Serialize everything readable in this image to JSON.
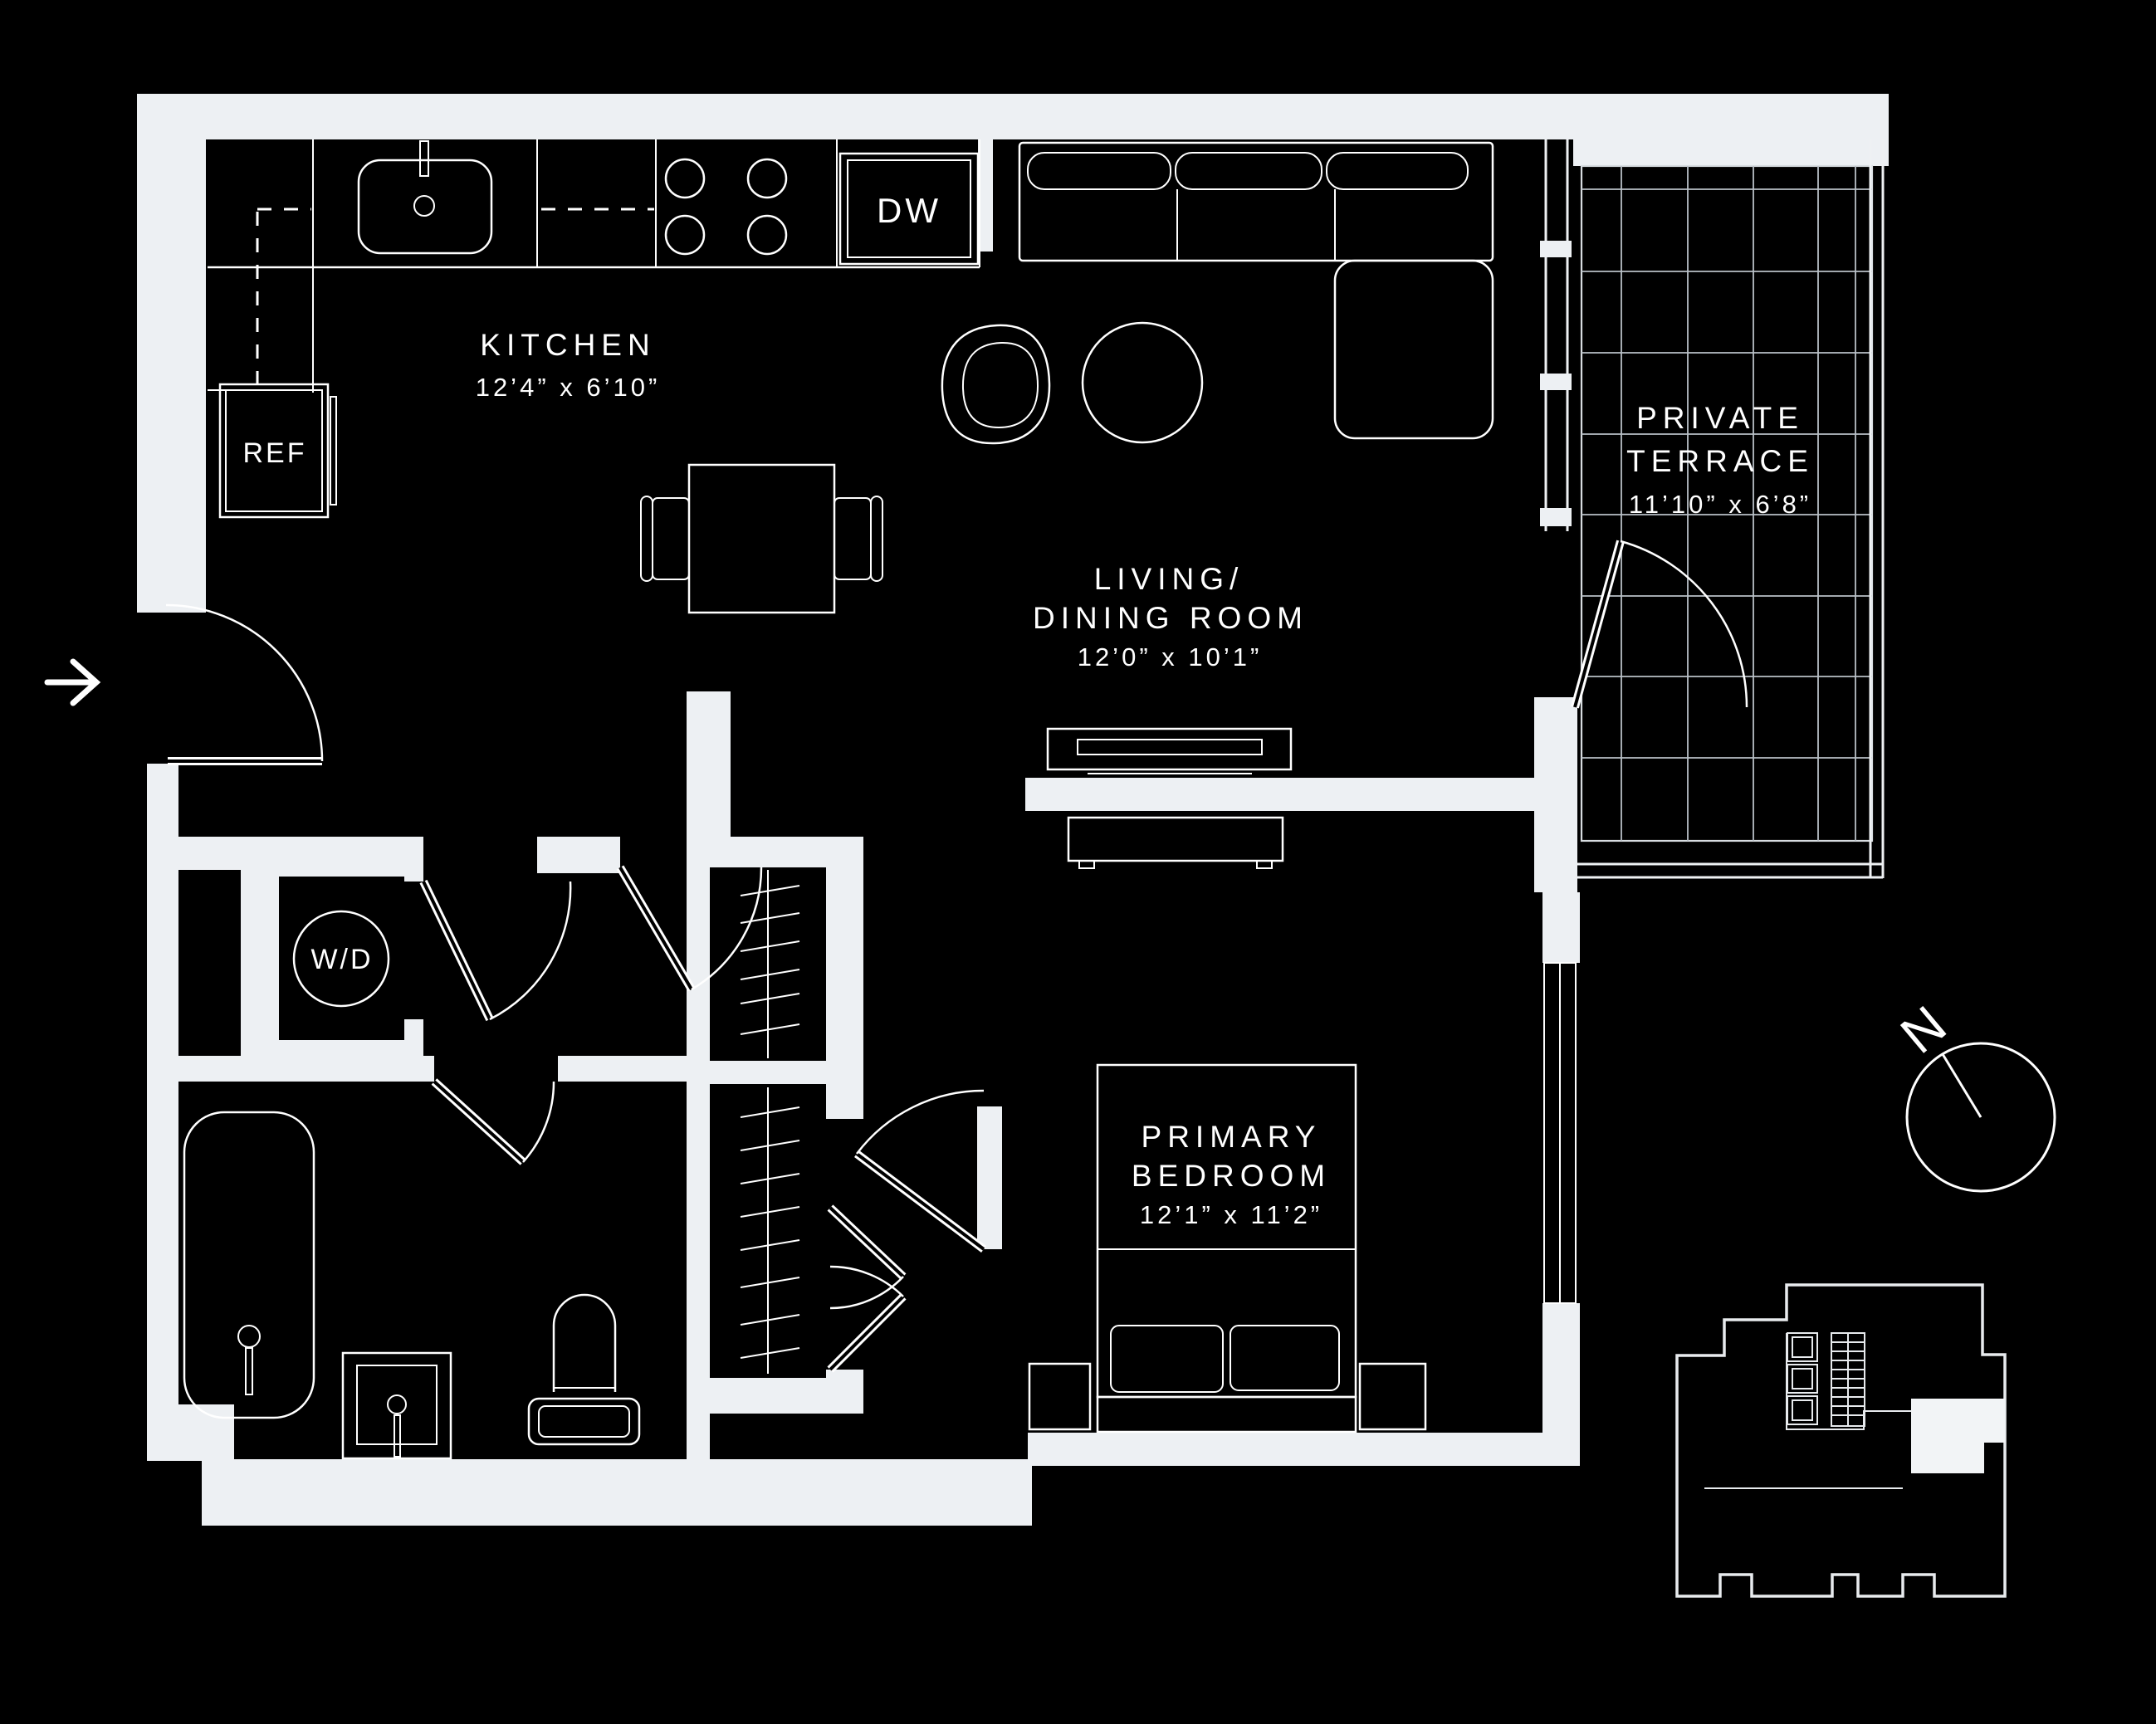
{
  "floorplan": {
    "rooms": {
      "kitchen": {
        "name": "KITCHEN",
        "dimensions": "12’4” x 6’10”"
      },
      "living_dining": {
        "name_line1": "LIVING/",
        "name_line2": "DINING ROOM",
        "dimensions": "12’0” x 10’1”"
      },
      "private_terrace": {
        "name_line1": "PRIVATE",
        "name_line2": "TERRACE",
        "dimensions": "11’10” x 6’8”"
      },
      "primary_bedroom": {
        "name_line1": "PRIMARY",
        "name_line2": "BEDROOM",
        "dimensions": "12’1” x 11’2”"
      }
    },
    "appliances": {
      "dishwasher": "DW",
      "refrigerator": "REF",
      "washer_dryer": "W/D"
    },
    "compass": {
      "north_label": "N"
    },
    "colors": {
      "background": "#000000",
      "walls": "#edf0f3",
      "line_work": "#ffffff",
      "terrace_grid": "#b9c0c7"
    }
  }
}
